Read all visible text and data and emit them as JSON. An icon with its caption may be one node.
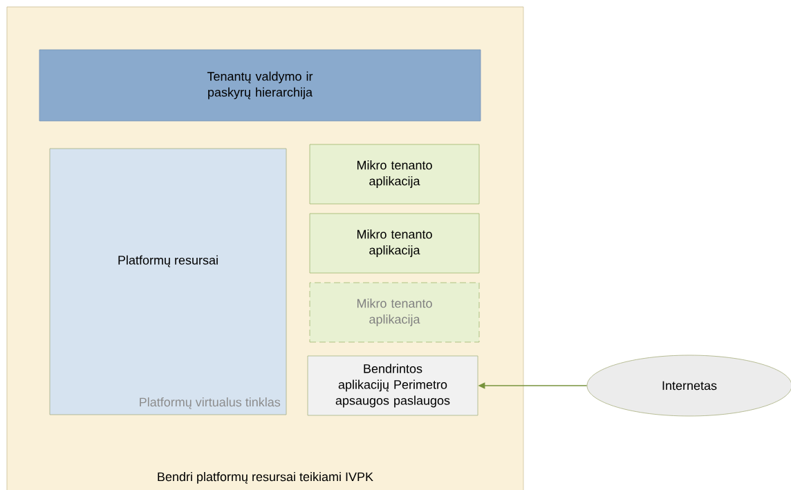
{
  "diagram": {
    "nodes": [
      {
        "text": [
          "Bendri platformų resursai teikiami IVPK"
        ]
      },
      {
        "text": [
          "Tenantų valdymo ir paskyrų hierarchija"
        ],
        "in": 0
      },
      {
        "text": [
          "Platformų resursai",
          "Platformų virtualus tinklas"
        ],
        "in": 0
      },
      {
        "text": [
          "Mikro tenanto aplikacija"
        ],
        "in": 0
      },
      {
        "text": [
          "Mikro tenanto aplikacija"
        ],
        "in": 0
      },
      {
        "text": [
          "Mikro tenanto aplikacija"
        ],
        "in": 0
      },
      {
        "text": [
          "Bendrintos aplikacijų Perimetro apsaugos paslaugos"
        ],
        "in": 0
      },
      {
        "text": [
          "Internetas"
        ]
      }
    ],
    "edges": [
      {
        "from": 7,
        "to": 6,
        "arrow": "to",
        "color": "#77933c"
      }
    ]
  }
}
